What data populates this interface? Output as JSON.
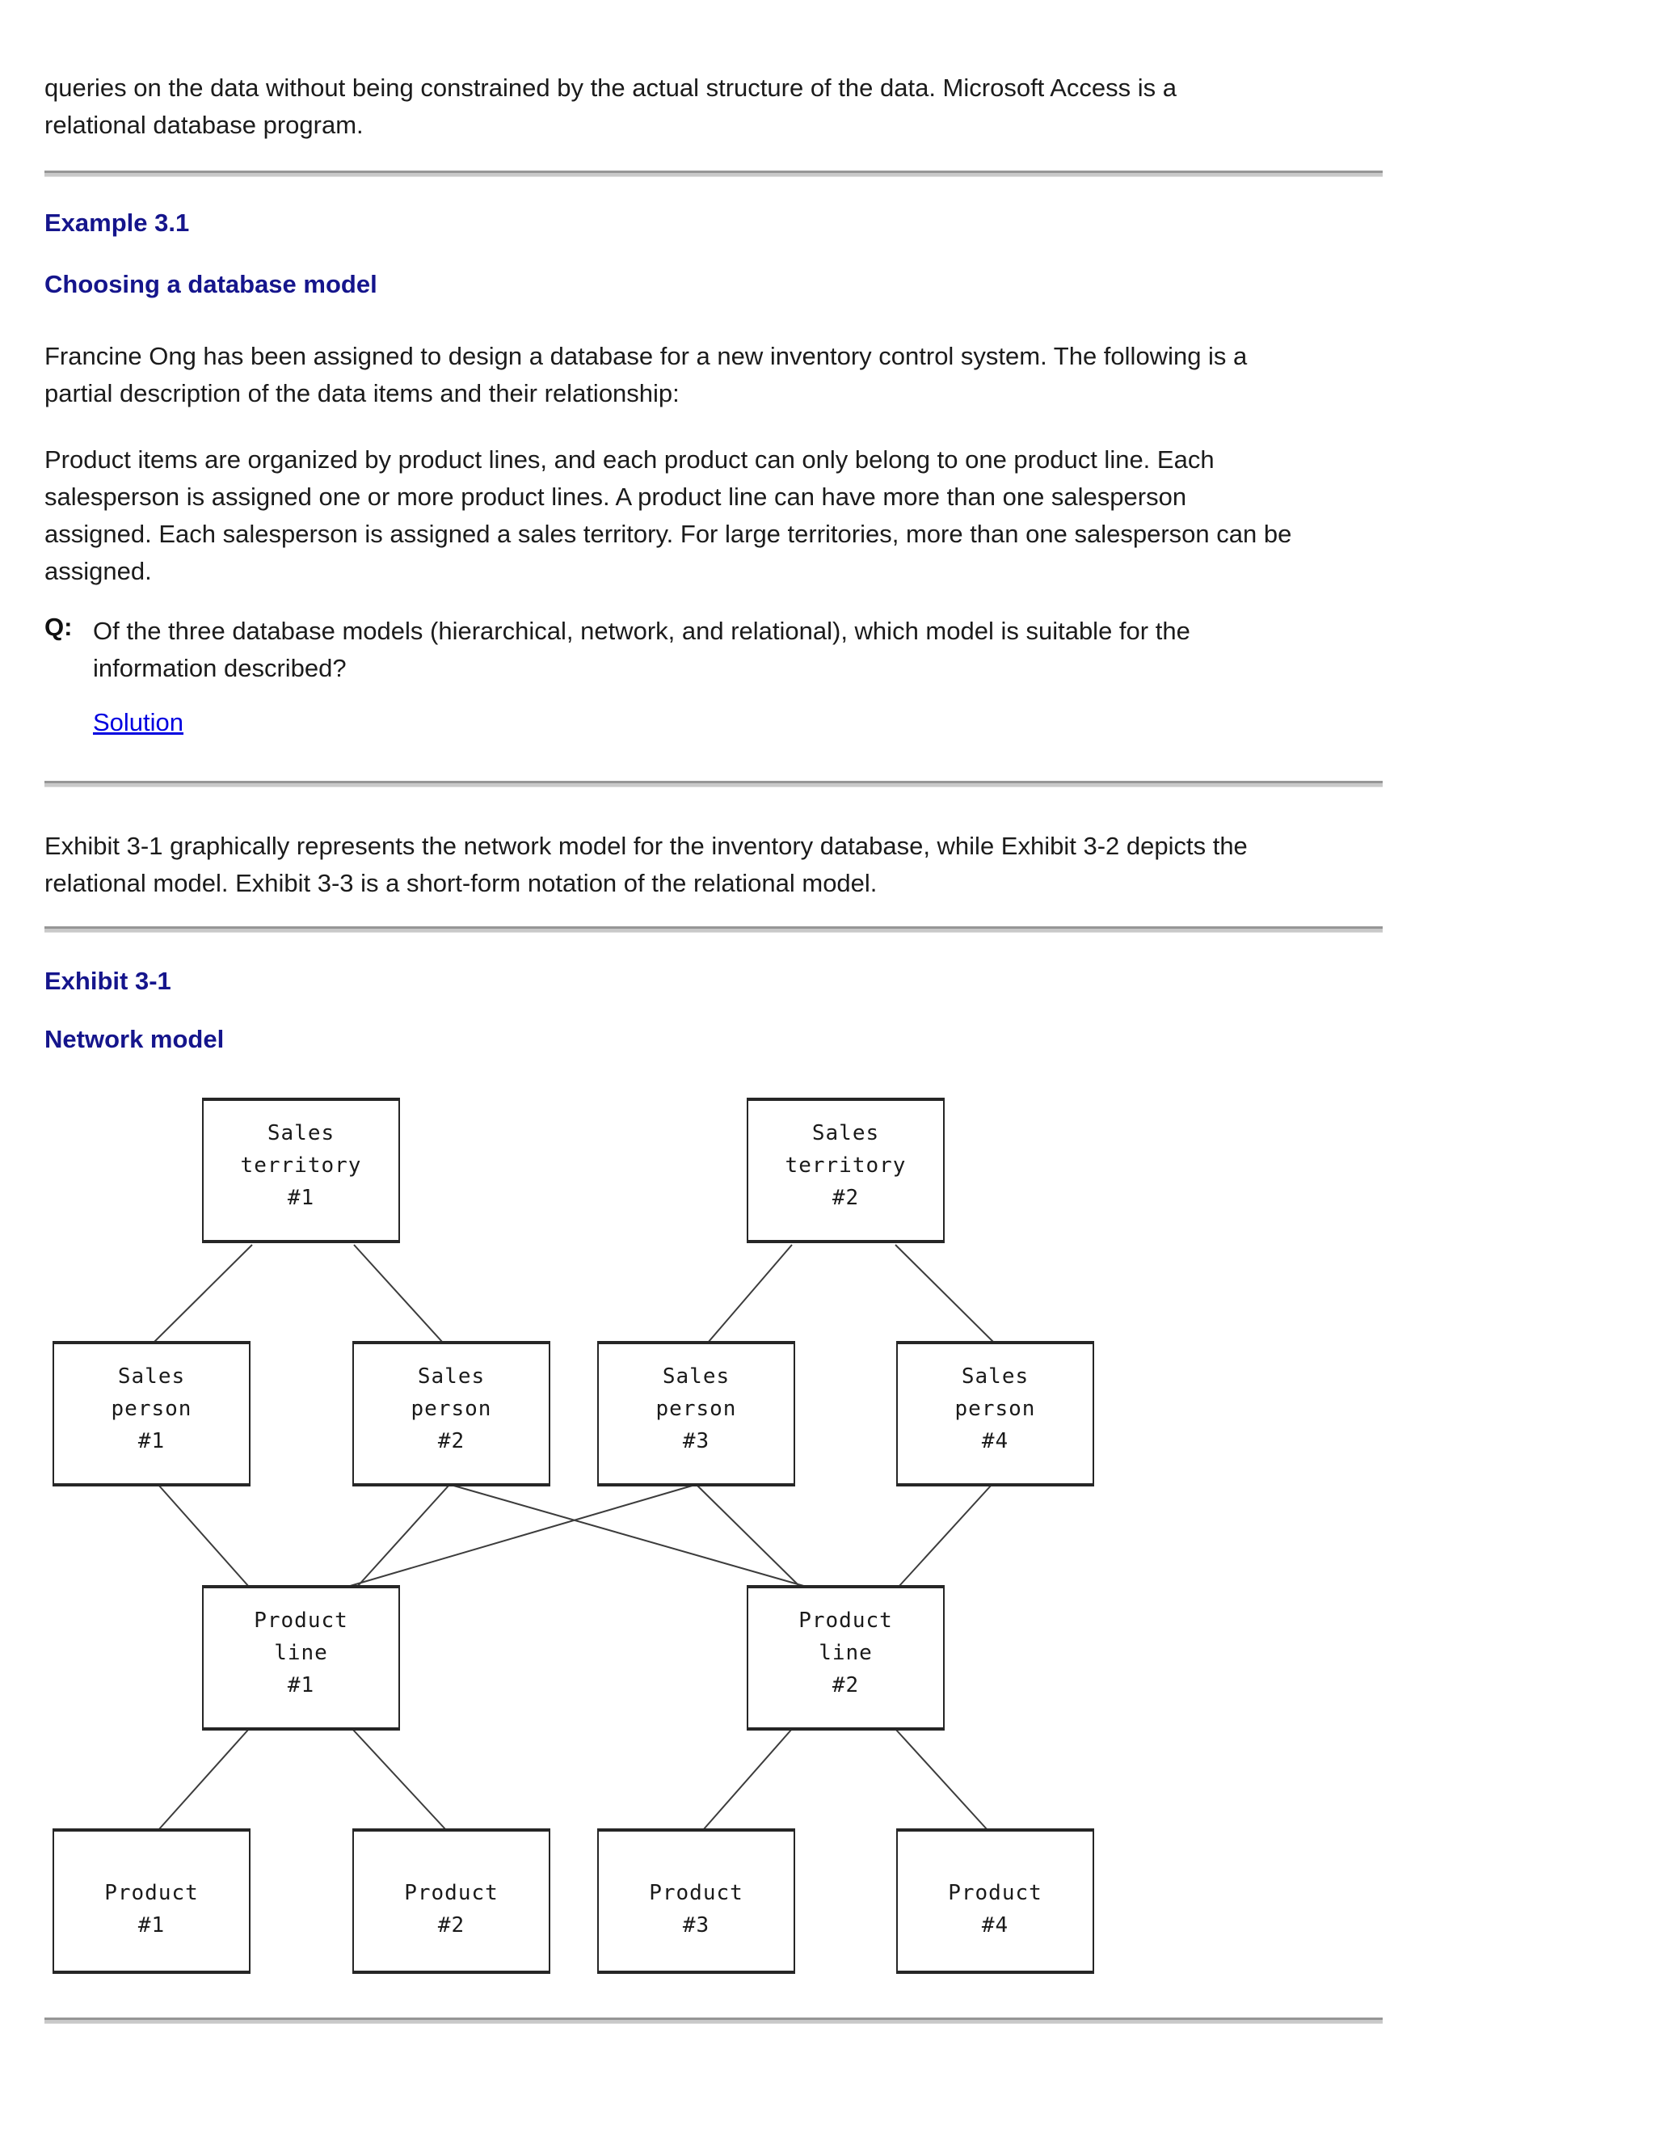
{
  "page": {
    "paragraph_top": "queries on the data without being constrained by the actual structure of the data. Microsoft Access is a\nrelational database program.",
    "example_heading": "Example 3.1",
    "example_subheading": "Choosing a database model",
    "intro_paragraph": "Francine Ong has been assigned to design a database for a new inventory control system. The following is a\npartial description of the data items and their relationship:",
    "description_paragraph": "Product items are organized by product lines, and each product can only belong to one product line. Each\nsalesperson is assigned one or more product lines. A product line can have more than one salesperson\nassigned. Each salesperson is assigned a sales territory. For large territories, more than one salesperson can be\nassigned.",
    "question_label": "Q:",
    "question_text": "Of the three database models (hierarchical, network, and relational), which model is suitable for the\ninformation described?",
    "solution_link": "Solution",
    "exhibit_intro": "Exhibit 3-1 graphically represents the network model for the inventory database, while Exhibit 3-2 depicts the\nrelational model. Exhibit 3-3 is a short-form notation of the relational model.",
    "exhibit_heading": "Exhibit 3-1",
    "exhibit_subheading": "Network model",
    "colors": {
      "heading": "#15158c",
      "link": "#0000e0",
      "body_text": "#1b1b1b",
      "rule_gray": "#969696",
      "box_border": "#262626"
    }
  },
  "diagram": {
    "title": "Network model",
    "boxes": [
      {
        "id": "sales-territory-1",
        "label": "Sales\nterritory\n#1"
      },
      {
        "id": "sales-territory-2",
        "label": "Sales\nterritory\n#2"
      },
      {
        "id": "sales-person-1",
        "label": "Sales\nperson\n#1"
      },
      {
        "id": "sales-person-2",
        "label": "Sales\nperson\n#2"
      },
      {
        "id": "sales-person-3",
        "label": "Sales\nperson\n#3"
      },
      {
        "id": "sales-person-4",
        "label": "Sales\nperson\n#4"
      },
      {
        "id": "product-line-1",
        "label": "Product\nline\n#1"
      },
      {
        "id": "product-line-2",
        "label": "Product\nline\n#2"
      },
      {
        "id": "product-1",
        "label": "Product\n#1"
      },
      {
        "id": "product-2",
        "label": "Product\n#2"
      },
      {
        "id": "product-3",
        "label": "Product\n#3"
      },
      {
        "id": "product-4",
        "label": "Product\n#4"
      }
    ],
    "connections": [
      "sales-territory-1 -> sales-person-1",
      "sales-territory-1 -> sales-person-2",
      "sales-territory-2 -> sales-person-3",
      "sales-territory-2 -> sales-person-4",
      "sales-person-1 -> product-line-1",
      "sales-person-2 -> product-line-1",
      "sales-person-2 -> product-line-2",
      "sales-person-3 -> product-line-1",
      "sales-person-3 -> product-line-2",
      "sales-person-4 -> product-line-2",
      "product-line-1 -> product-1",
      "product-line-1 -> product-2",
      "product-line-2 -> product-3",
      "product-line-2 -> product-4"
    ]
  }
}
